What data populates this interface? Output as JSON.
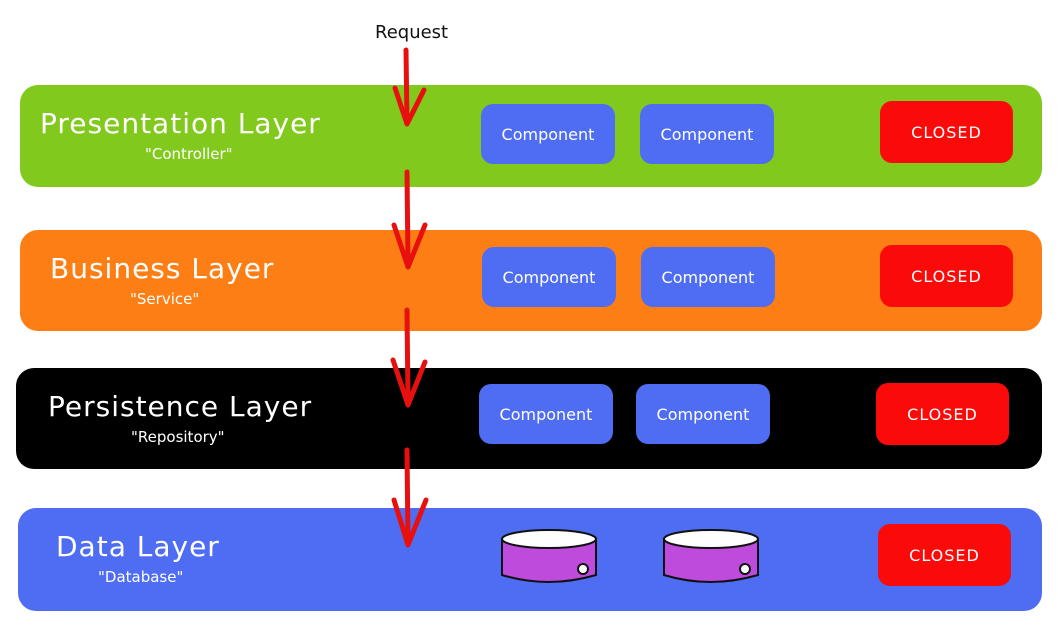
{
  "request_label": "Request",
  "colors": {
    "presentation": "#82c91e",
    "business": "#fd7e14",
    "persistence": "#000000",
    "data": "#4f6df2",
    "component": "#4f6df2",
    "closed": "#fb0a0a",
    "arrow": "#e8100f",
    "database": "#be4bdb"
  },
  "layers": [
    {
      "title": "Presentation Layer",
      "subtitle": "\"Controller\"",
      "component_labels": [
        "Component",
        "Component"
      ],
      "closed_label": "CLOSED"
    },
    {
      "title": "Business Layer",
      "subtitle": "\"Service\"",
      "component_labels": [
        "Component",
        "Component"
      ],
      "closed_label": "CLOSED"
    },
    {
      "title": "Persistence Layer",
      "subtitle": "\"Repository\"",
      "component_labels": [
        "Component",
        "Component"
      ],
      "closed_label": "CLOSED"
    },
    {
      "title": "Data Layer",
      "subtitle": "\"Database\"",
      "closed_label": "CLOSED",
      "database_icons": [
        "database-icon",
        "database-icon"
      ]
    }
  ]
}
